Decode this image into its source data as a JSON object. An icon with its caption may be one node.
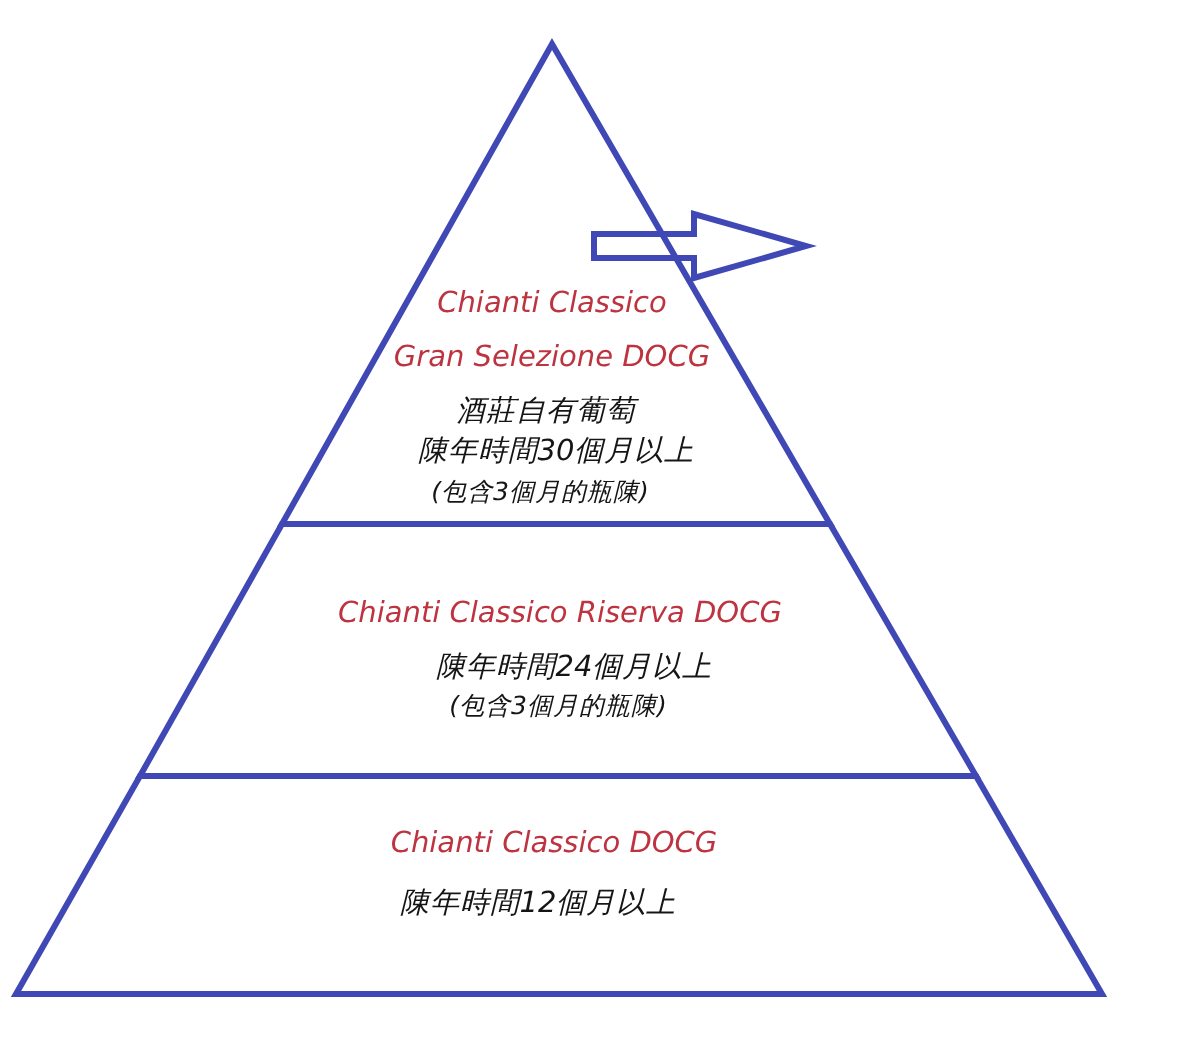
{
  "diagram": {
    "nodes": [
      {
        "text": [
          "Chianti Classico Gran Selezione DOCG",
          "酒莊自有葡萄",
          "陳年時間30個月以上",
          "(包含3個月的瓶陳)"
        ]
      },
      {
        "text": [
          "Chianti Classico Riserva DOCG",
          "陳年時間24個月以上",
          "(包含3個月的瓶陳)"
        ]
      },
      {
        "text": [
          "Chianti Classico DOCG",
          "陳年時間12個月以上"
        ]
      }
    ]
  }
}
